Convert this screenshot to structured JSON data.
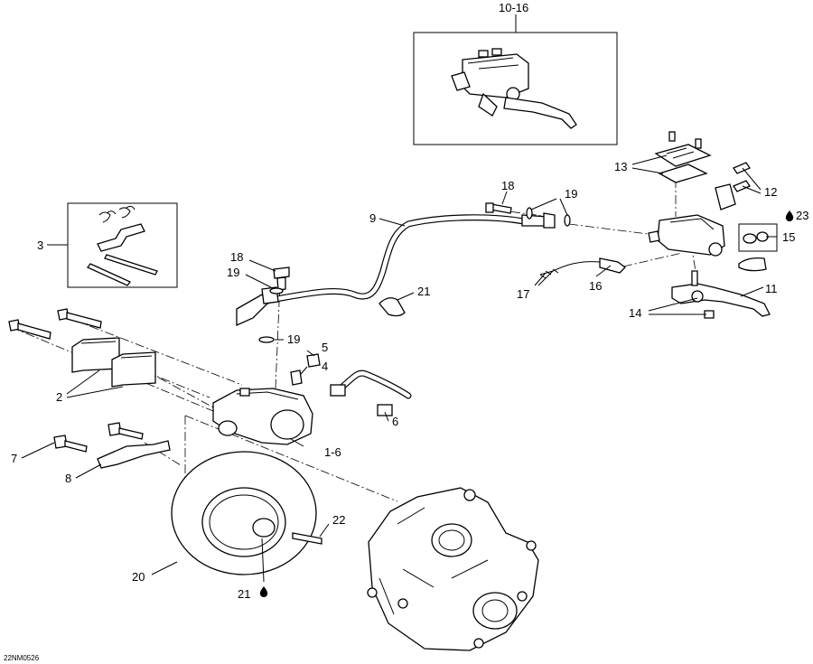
{
  "callouts": {
    "c_10_16": "10-16",
    "c_13": "13",
    "c_12": "12",
    "c_23": "23",
    "c_15": "15",
    "c_11": "11",
    "c_14": "14",
    "c_16": "16",
    "c_17": "17",
    "c_18_top": "18",
    "c_19_top": "19",
    "c_9": "9",
    "c_3": "3",
    "c_18_left": "18",
    "c_19_left": "19",
    "c_21_mid": "21",
    "c_19_low": "19",
    "c_5": "5",
    "c_4": "4",
    "c_2": "2",
    "c_6": "6",
    "c_1_6": "1-6",
    "c_7": "7",
    "c_8": "8",
    "c_22": "22",
    "c_20": "20",
    "c_21_low": "21"
  },
  "drawing_code": "22NM0526",
  "colors": {
    "line": "#000000",
    "background": "#ffffff"
  },
  "icons": {
    "grease_marker": "drop-icon"
  }
}
